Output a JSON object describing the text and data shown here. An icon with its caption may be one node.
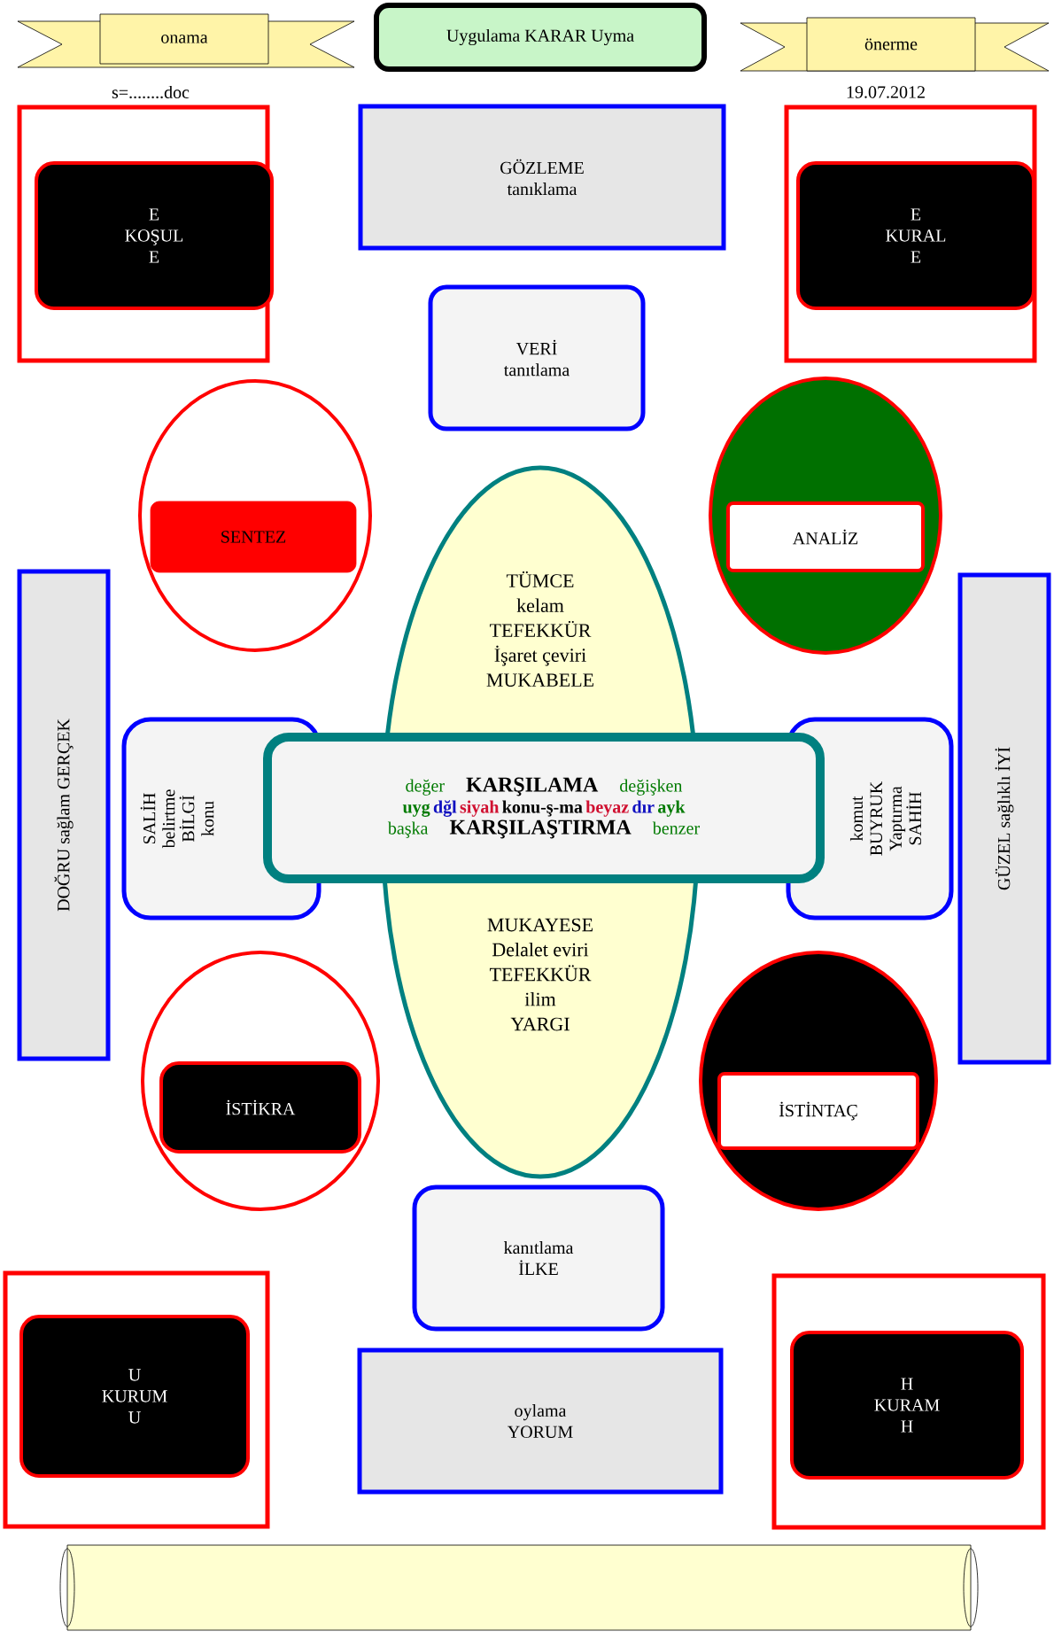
{
  "diagram": {
    "nodes": [
      {
        "text": [
          "onama"
        ]
      },
      {
        "text": [
          "Uygulama KARAR Uyma"
        ]
      },
      {
        "text": [
          "önerme"
        ]
      },
      {
        "text": [],
        "shape": "box"
      },
      {
        "text": [
          "E",
          "KOŞUL",
          "E"
        ],
        "in": 3
      },
      {
        "text": [
          "GÖZLEME",
          "tanıklama"
        ]
      },
      {
        "text": [],
        "shape": "box"
      },
      {
        "text": [
          "E",
          "KURAL",
          "E"
        ],
        "in": 6
      },
      {
        "text": [
          "VERİ",
          "tanıtlama"
        ]
      },
      {
        "text": [],
        "shape": "ellipse"
      },
      {
        "text": [
          "SENTEZ"
        ],
        "in": 9
      },
      {
        "text": [],
        "shape": "ellipse"
      },
      {
        "text": [
          "ANALİZ"
        ],
        "in": 11
      },
      {
        "text": [
          "TÜMCE",
          "kelam",
          "TEFEKKÜR",
          "İşaret çeviri",
          "MUKABELE",
          "MUKAYESE",
          "Delalet eviri",
          "TEFEKKÜR",
          "ilim",
          "YARGI"
        ]
      },
      {
        "text": [
          "DOĞRU sağlam GERÇEK"
        ]
      },
      {
        "text": [
          "GÜZEL sağlıklı İYİ"
        ]
      },
      {
        "text": [
          "SALİH",
          "belirtme",
          "BİLGİ",
          "konu"
        ]
      },
      {
        "text": [
          "komut",
          "BUYRUK",
          "Yaptırma",
          "SAHİH"
        ]
      },
      {
        "text": [
          "değer",
          "KARŞILAMA",
          "değişken",
          "uyg",
          "dğl",
          "siyah",
          "konu-ş-ma",
          "beyaz",
          "dır",
          "ayk",
          "başka",
          "KARŞILAŞTIRMA",
          "benzer"
        ]
      },
      {
        "text": [],
        "shape": "ellipse"
      },
      {
        "text": [
          "İSTİKRA"
        ],
        "in": 19
      },
      {
        "text": [],
        "shape": "ellipse"
      },
      {
        "text": [
          "İSTİNTAÇ"
        ],
        "in": 21
      },
      {
        "text": [
          "kanıtlama",
          "İLKE"
        ]
      },
      {
        "text": [],
        "shape": "box"
      },
      {
        "text": [
          "U",
          "KURUM",
          "U"
        ],
        "in": 24
      },
      {
        "text": [
          "oylama",
          "YORUM"
        ]
      },
      {
        "text": [],
        "shape": "box"
      },
      {
        "text": [
          "H",
          "KURAM",
          "H"
        ],
        "in": 27
      },
      {
        "text": [],
        "shape": "banner"
      }
    ],
    "labels": [
      "s=........doc",
      "19.07.2012"
    ]
  }
}
